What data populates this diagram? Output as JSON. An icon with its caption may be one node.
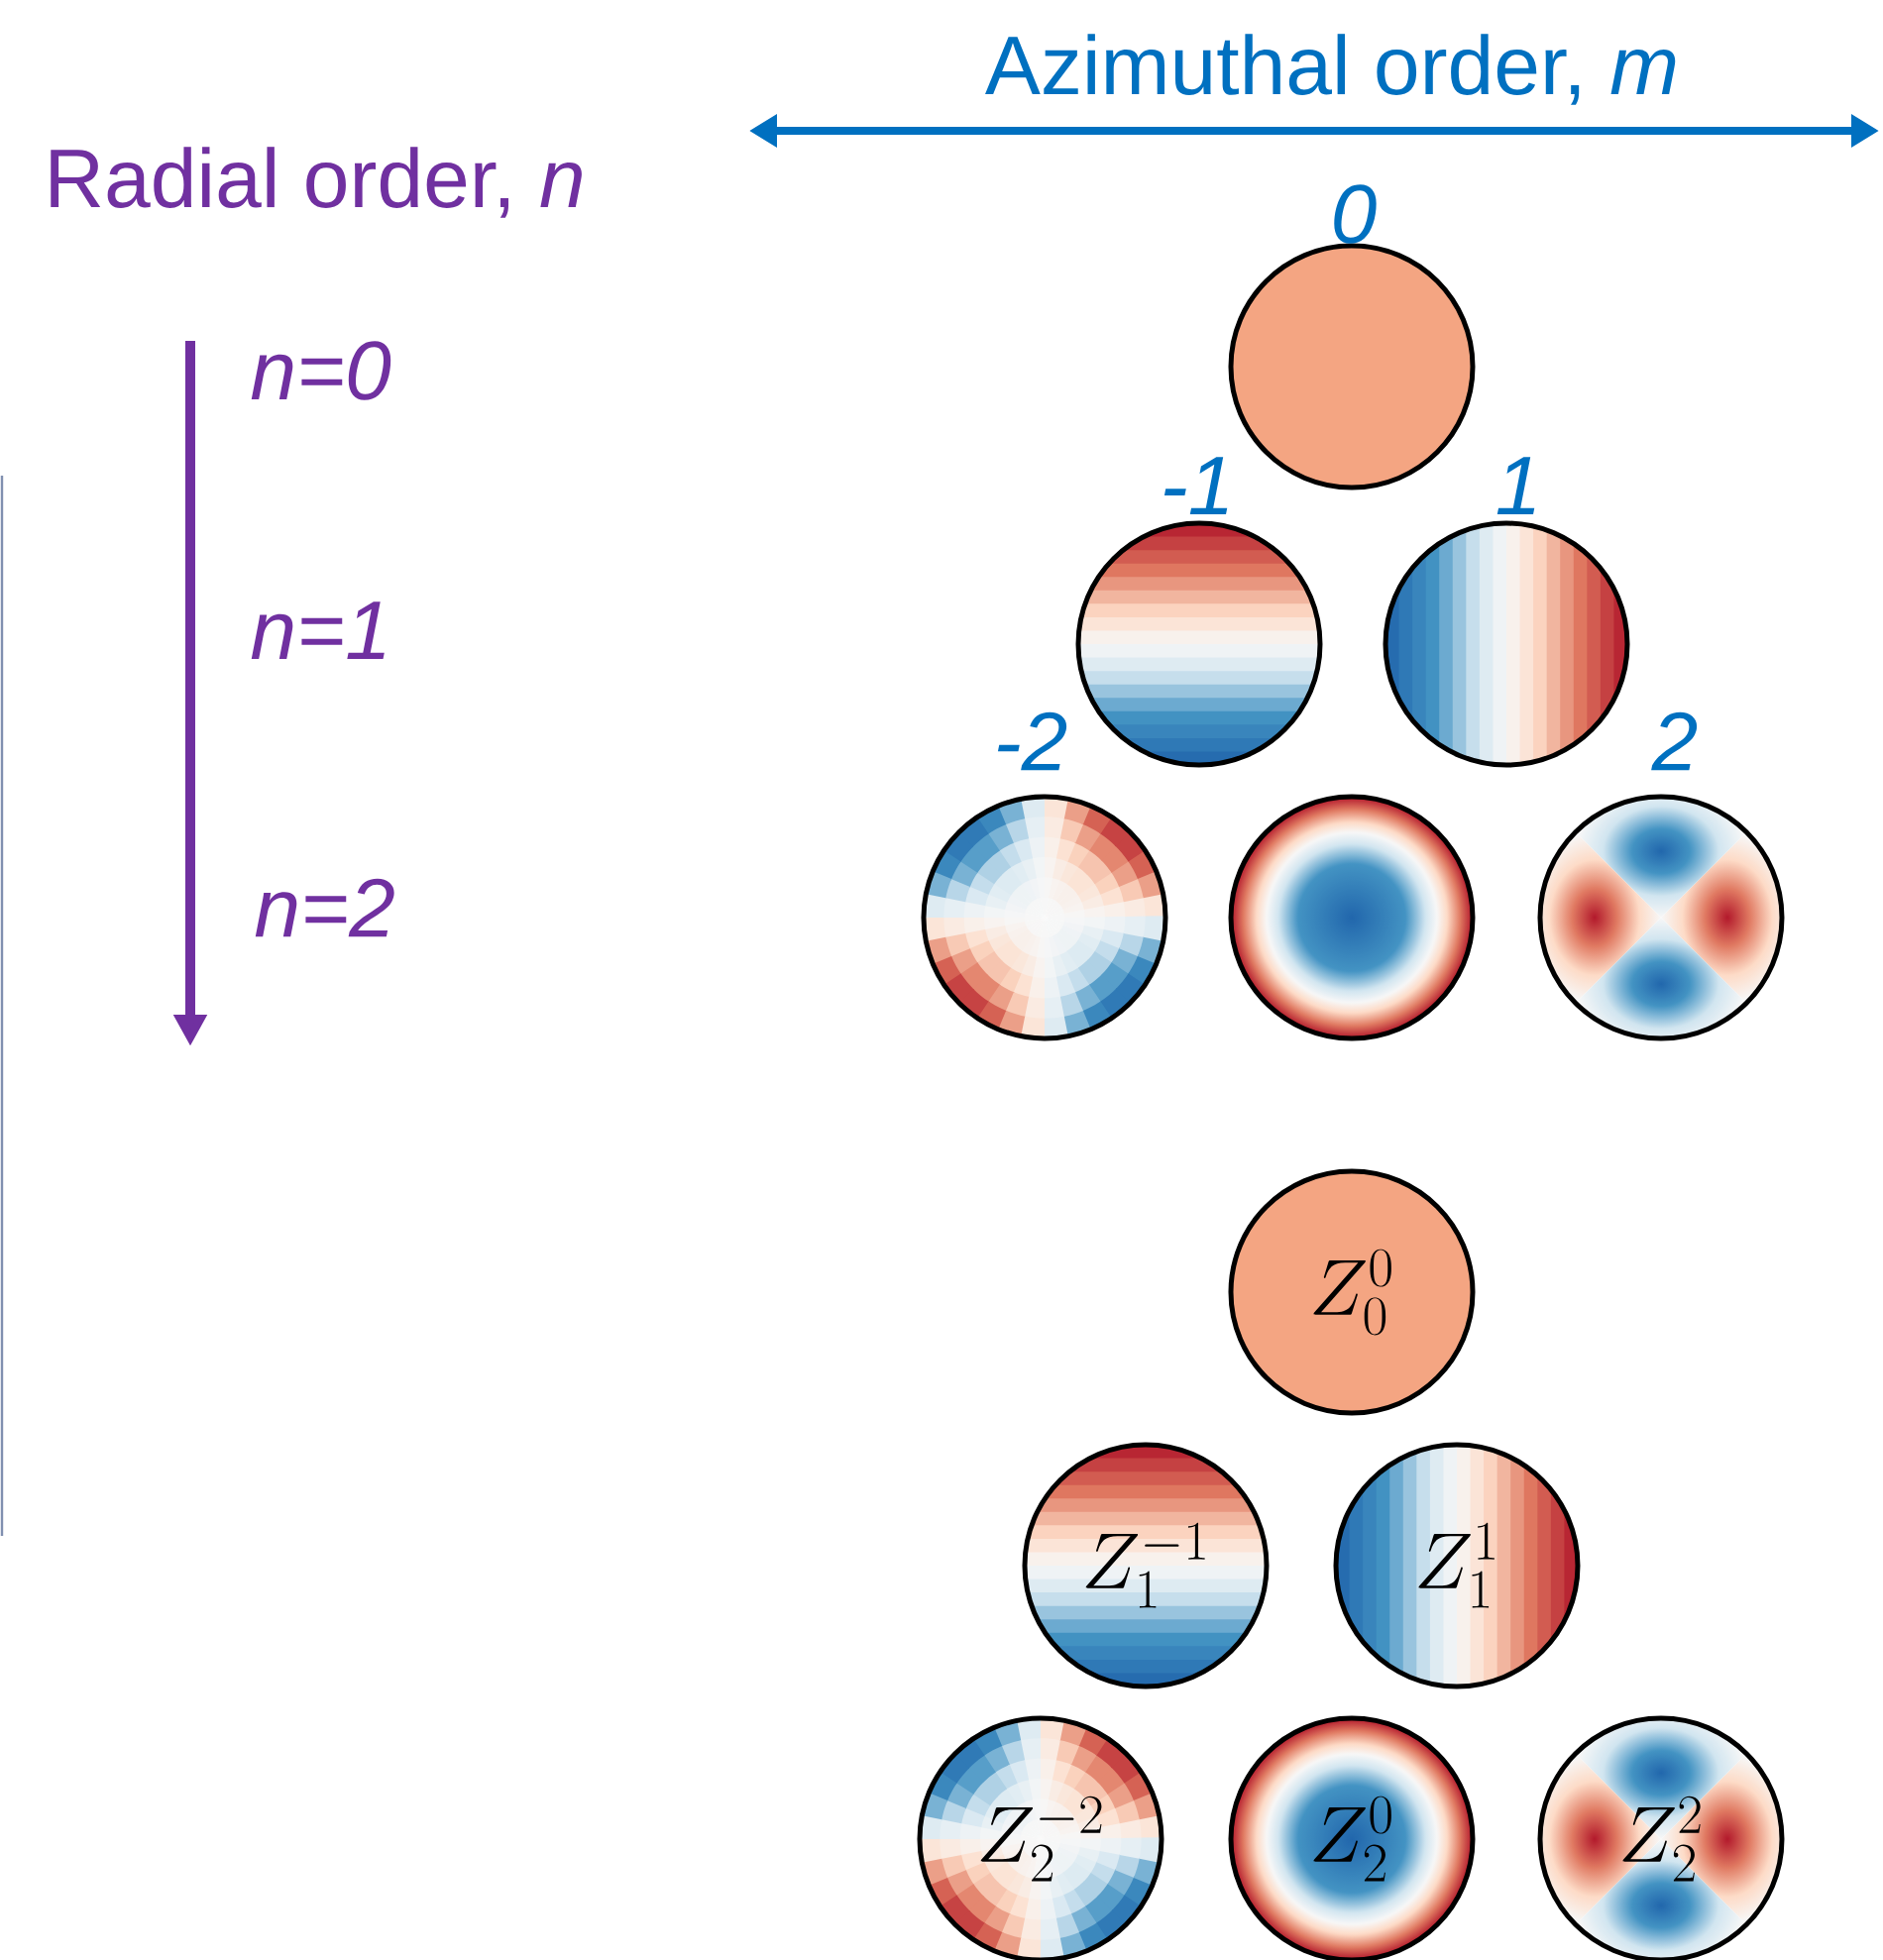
{
  "diagram": {
    "nodes": [
      {
        "text": [],
        "shape": "circle",
        "beside": [
          "0"
        ]
      },
      {
        "text": [],
        "shape": "circle",
        "beside": [
          "-1"
        ]
      },
      {
        "text": [],
        "shape": "circle",
        "beside": [
          "1"
        ]
      },
      {
        "text": [],
        "shape": "circle",
        "beside": [
          "-2"
        ]
      },
      {
        "text": [],
        "shape": "circle"
      },
      {
        "text": [],
        "shape": "circle",
        "beside": [
          "2"
        ]
      },
      {
        "text": [
          "Z_0^0"
        ]
      },
      {
        "text": [
          "Z_1^{-1}"
        ]
      },
      {
        "text": [
          "Z_1^1"
        ]
      },
      {
        "text": [
          "Z_2^{-2}"
        ]
      },
      {
        "text": [
          "Z_2^0"
        ]
      },
      {
        "text": [
          "Z_2^2"
        ]
      }
    ],
    "labels": [
      "Azimuthal order, *m*",
      "Radial order, *n*",
      "n=0",
      "n=1",
      "n=2"
    ]
  }
}
